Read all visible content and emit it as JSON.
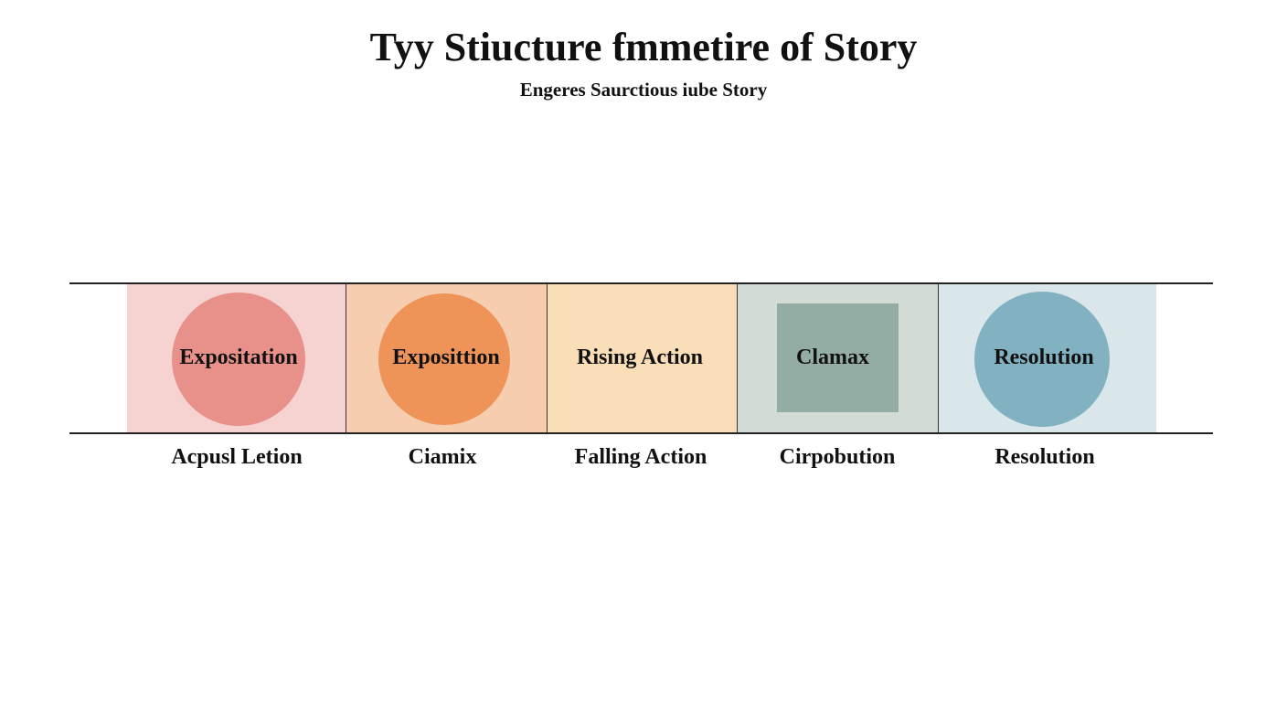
{
  "title": "Tyy Stiucture ƭmmetire of Story",
  "subtitle": "Engeres Saurctious iube Story",
  "stages": [
    {
      "label": "Expositation",
      "below": "Acpusl Letion",
      "shape": "circle",
      "panel_color": "#f6d3d0",
      "shape_color": "#e8908a"
    },
    {
      "label": "Exposittion",
      "below": "Ciamix",
      "shape": "circle",
      "panel_color": "#f7cdb0",
      "shape_color": "#ee9458"
    },
    {
      "label": "Rising Action",
      "below": "Falling Action",
      "shape": "none",
      "panel_color": "#f9deb7"
    },
    {
      "label": "Clamax",
      "below": "Cirpobution",
      "shape": "square",
      "panel_color": "#d3dbd5",
      "shape_color": "#93ada4"
    },
    {
      "label": "Resolution",
      "below": "Resolution",
      "shape": "circle",
      "panel_color": "#d9e7ea",
      "shape_color": "#82b2c1"
    }
  ]
}
